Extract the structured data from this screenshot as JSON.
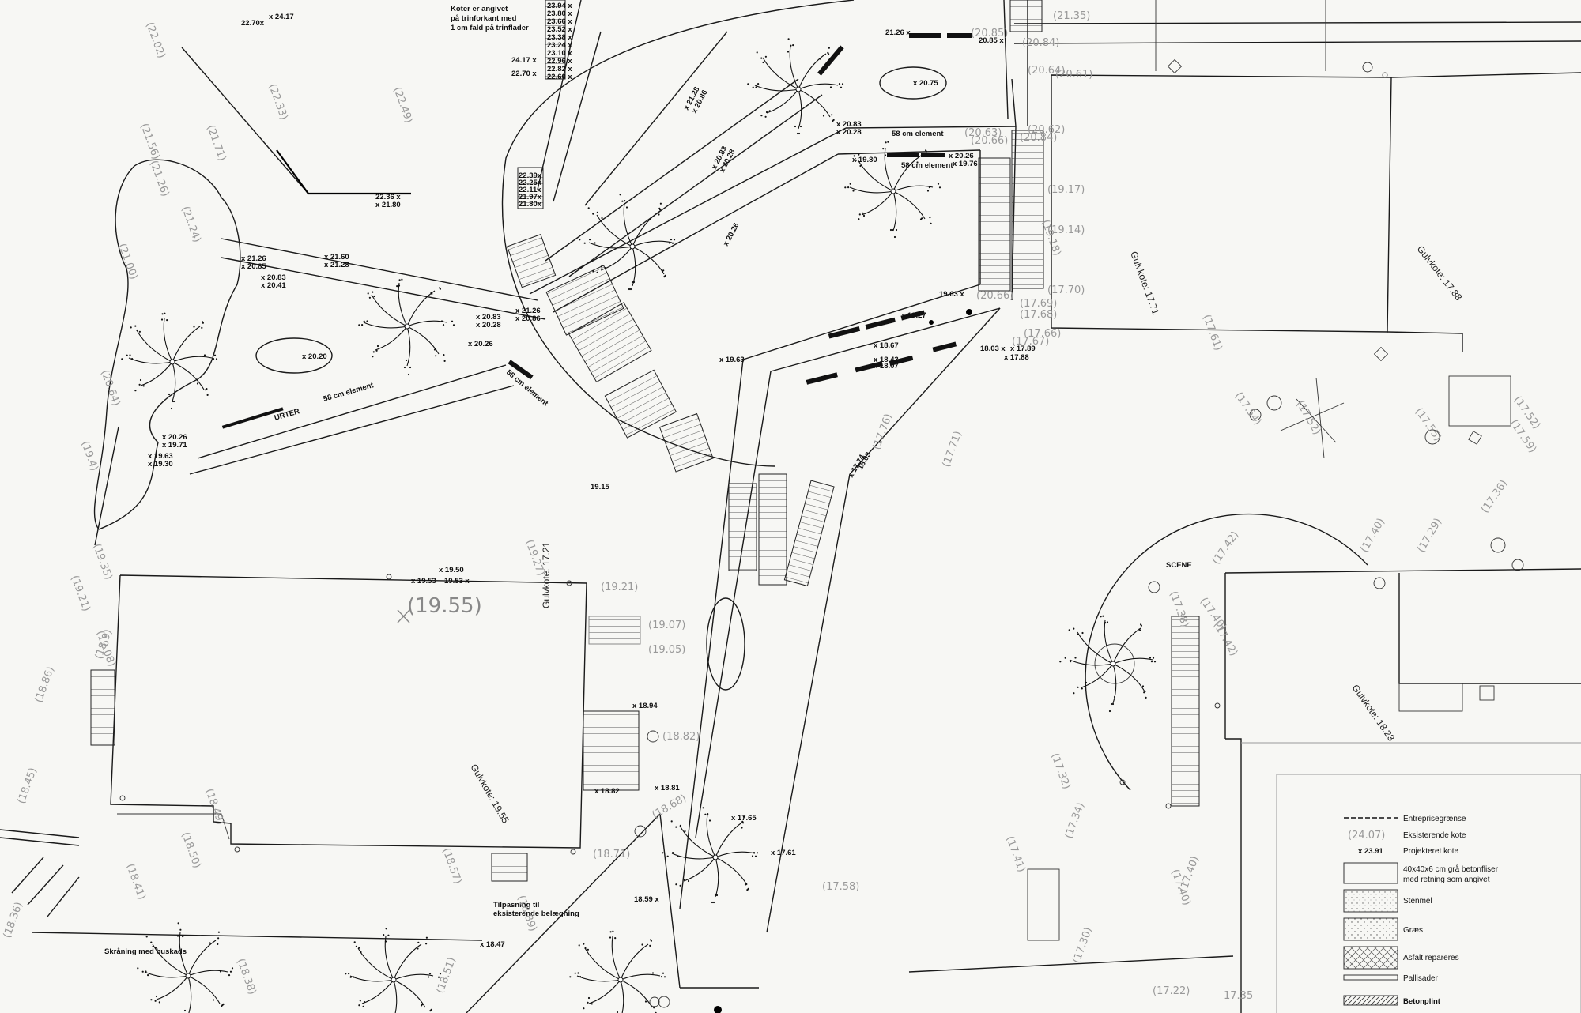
{
  "notes": {
    "trinforkant": [
      "Koter er angivet",
      "på trinforkant med",
      "1 cm fald på trinflader"
    ],
    "element58a": "58 cm element",
    "element58b": "58 cm element",
    "element58c": "58 cm element",
    "element58d": "58 cm element",
    "urter": "URTER",
    "scene": "SCENE",
    "skraaning": "Skråning med buskads",
    "tilpasning": [
      "Tilpasning til",
      "eksisterende belægning"
    ]
  },
  "floor_labels": {
    "gulvkote_1771": "Gulvkote: 17.71",
    "gulvkote_1788": "Gulvkote: 17.88",
    "gulvkote_1721": "Gulvkote: 17.21",
    "gulvkote_1955": "Gulvkote: 19.55",
    "gulvkote_1823": "Gulvkote: 18.23"
  },
  "big_label": "(19.55)",
  "spot_heights": {
    "a": "22.70x",
    "b": "x 24.17",
    "c": "x 20.75",
    "d": "x 20.20",
    "e": "x 19.50",
    "f": "x 19.53",
    "g": "19.53 x",
    "h": "19.15",
    "i": "x 18.94",
    "j": "x 18.82",
    "k": "x 18.81",
    "l": "x 18.47",
    "m": "18.59 x",
    "n": "18.03 x",
    "o": "x 17.89",
    "p": "19.63 x",
    "q": "x 19.80",
    "r": "x 20.26",
    "s": "x 19.76",
    "t": "21.26 x",
    "u": "20.85 x",
    "v": "x 21.26",
    "w": "x 20.85",
    "x": "x 20.83",
    "y": "x 20.41",
    "z": "x 21.60",
    "aa": "x 21.28",
    "ab": "22.36 x",
    "ac": "x 21.80",
    "ad": "x 20.26",
    "ae": "x 19.71",
    "af": "x 19.63",
    "ag": "x 19.30",
    "ah": "x 20.83",
    "ai": "x 20.28",
    "aj": "x 20.26",
    "ak": "x 19.63",
    "al": "x 21.26",
    "am": "x 20.86",
    "an": "x 17.65",
    "ao": "x 17.61",
    "ap": "x 17.74",
    "aq": "18.03",
    "ar": "x 17.88",
    "as": "x 18.43",
    "at": "x 18.07",
    "au": "x 19.27",
    "av": "x 18.67",
    "aw": "x 20.83",
    "ax": "x 20.28",
    "ay": "x 21.28",
    "az": "x 20.86",
    "ba": "x 20.26",
    "bb": "x 20.83",
    "bc": "x 20.28"
  },
  "stair_top": [
    "23.94 x",
    "23.80 x",
    "23.66 x",
    "23.52 x",
    "23.38 x",
    "23.24 x",
    "23.10 x",
    "22.96 x",
    "22.82 x",
    "22.60 x"
  ],
  "stair_top_left": [
    "24.17 x",
    "22.70 x"
  ],
  "stair_mid": [
    "22.39x",
    "22.25x",
    "22.11x",
    "21.97x",
    "21.80x"
  ],
  "existing": {
    "e1": "(20.85)",
    "e2": "(20.84)",
    "e3": "(20.62)",
    "e4": "(20.64)",
    "e5": "(20.61)",
    "e6": "(20.66)",
    "e7": "(20.63)",
    "e8": "(20.84)",
    "e9": "(19.17)",
    "e10": "(19.18)",
    "e11": "(19.14)",
    "e12": "(20.66)",
    "e13": "(17.70)",
    "e14": "(17.69)",
    "e15": "(17.68)",
    "e16": "(17.66)",
    "e17": "(17.67)",
    "e18": "(21.35)",
    "e19": "(19.07)",
    "e20": "(19.05)",
    "e21": "(18.82)",
    "e22": "(18.71)",
    "e23": "(18.68)",
    "e24": "(17.58)",
    "e25": "(19.21)",
    "e26": "(17.42)",
    "e27": "(17.40)",
    "e28": "(17.42)",
    "e29": "(17.40)",
    "e30": "(17.38)",
    "e31": "(17.40)",
    "e32": "(17.40)",
    "e33": "(17.22)",
    "e34": "17.35",
    "e35": "(17.54)",
    "e36": "(17.52)",
    "e37": "(17.55)",
    "e38": "(17.59)",
    "e39": "(17.52)",
    "e40": "(17.36)",
    "e41": "(17.29)",
    "e42": "(17.41)",
    "e43": "(17.34)",
    "e44": "(17.30)",
    "e45": "(17.32)",
    "e46": "(17.61)",
    "e47": "(17.71)",
    "e48": "(17.76)",
    "e49": "(22.02)",
    "e50": "(22.33)",
    "e51": "(22.49)",
    "e52": "(21.71)",
    "e53": "(21.56)",
    "e54": "(21.26)",
    "e55": "(21.24)",
    "e56": "(21.00)",
    "e57": "(20.64)",
    "e58": "(19.4)",
    "e59": "(19.35)",
    "e60": "(19.21)",
    "e61": "(19.08)",
    "e62": "(18.9)",
    "e63": "(18.86)",
    "e64": "(18.45)",
    "e65": "(18.36)",
    "e66": "(18.41)",
    "e67": "(18.50)",
    "e68": "(18.49)",
    "e69": "(18.38)",
    "e70": "(18.57)",
    "e71": "(18.51)",
    "e72": "(19.27)",
    "e73": "(18.89)"
  },
  "legend": {
    "items": [
      {
        "label": "Entreprisegrænse"
      },
      {
        "label": "Eksisterende kote",
        "sample": "(24.07)"
      },
      {
        "label": "Projekteret kote",
        "sample": "x 23.91"
      },
      {
        "label": "40x40x6 cm grå betonfliser",
        "label2": "med retning som angivet"
      },
      {
        "label": "Stenmel"
      },
      {
        "label": "Græs"
      },
      {
        "label": "Asfalt repareres"
      },
      {
        "label": "Pallisader"
      },
      {
        "label": "Betonplint"
      }
    ]
  }
}
